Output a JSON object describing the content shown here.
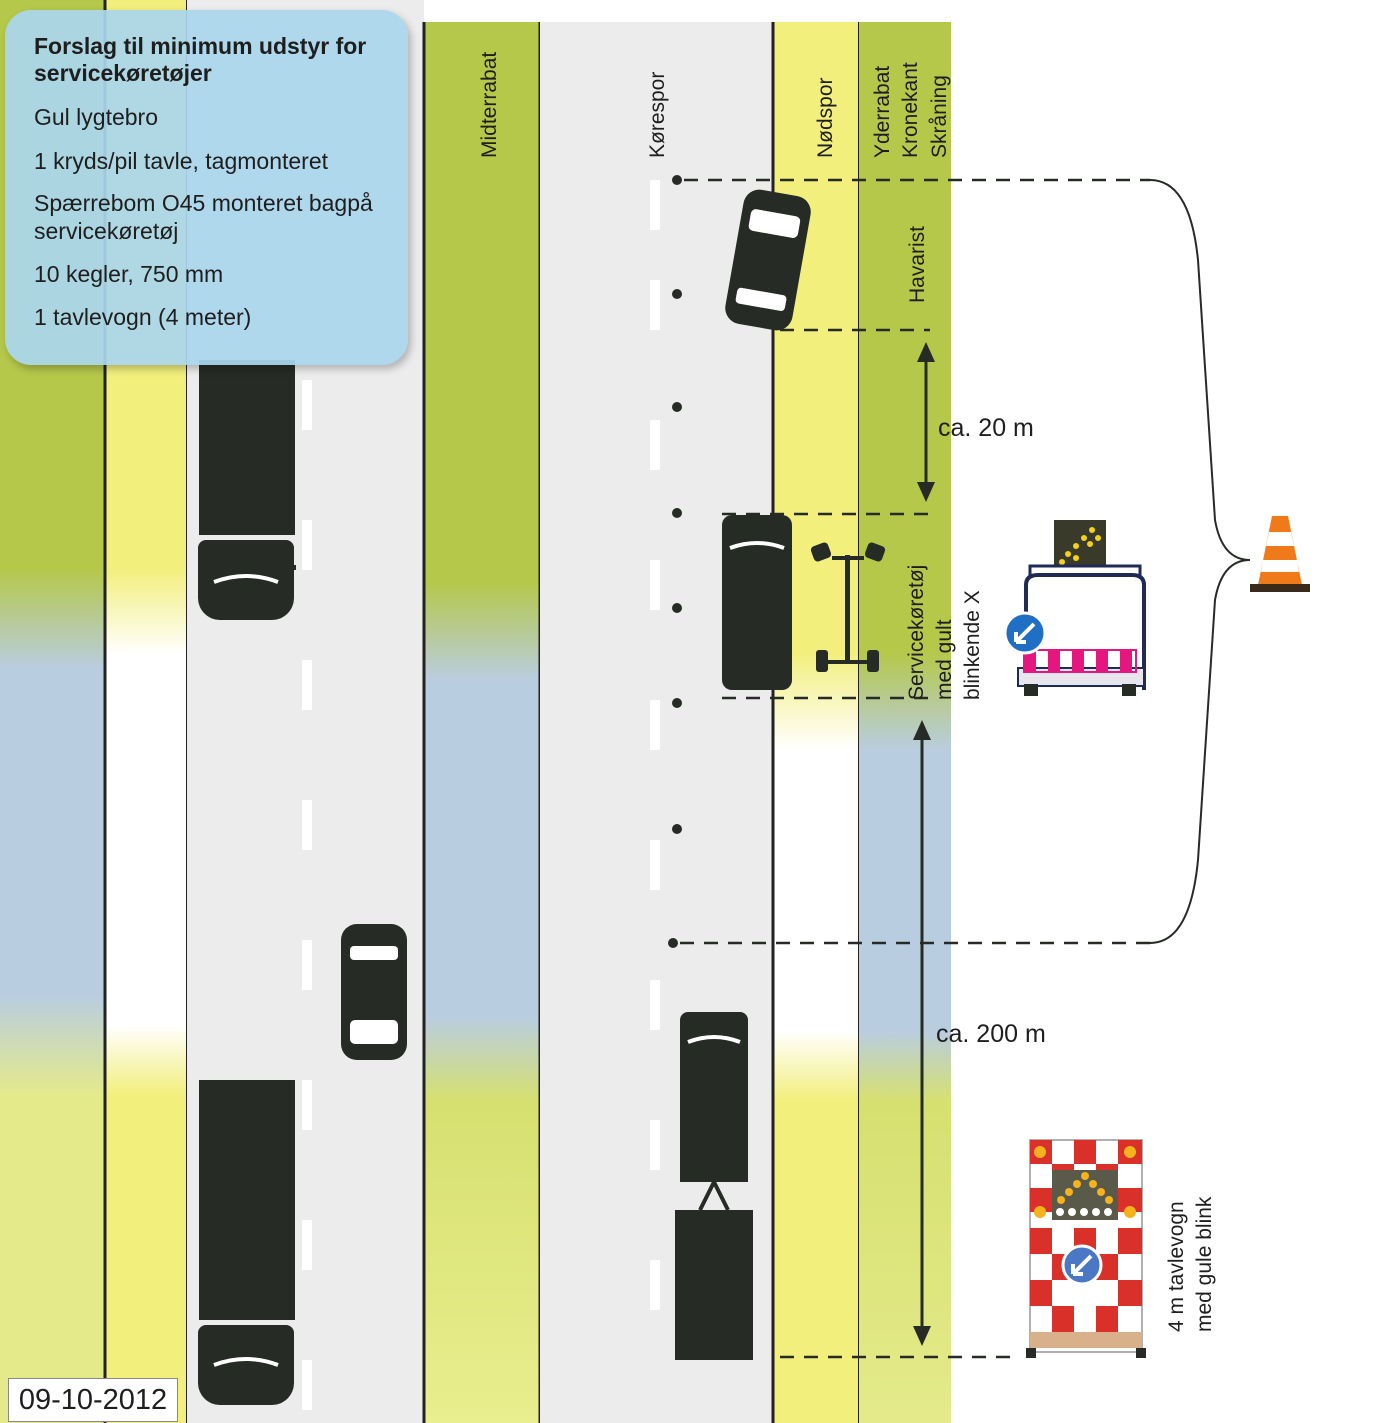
{
  "info_box": {
    "title": "Forslag til minimum udstyr for servicekøretøjer",
    "items": [
      "Gul lygtebro",
      "1 kryds/pil tavle, tagmonteret",
      "Spærrebom O45 monteret bagpå servicekøretøj",
      "10 kegler, 750 mm",
      "1 tavlevogn (4 meter)"
    ]
  },
  "lane_labels": {
    "midterrabat": "Midterrabat",
    "korespor": "Kørespor",
    "nodspor": "Nødspor",
    "yderrabat": "Yderrabat",
    "kronekant": "Kronekant",
    "skraaning": "Skråning"
  },
  "labels": {
    "havarist": "Havarist",
    "service_line1": "Servicekøretøj",
    "service_line2": "med gult",
    "service_line3": "blinkende X",
    "dist_20": "ca. 20 m",
    "dist_200": "ca. 200 m",
    "trailer_line1": "4 m tavlevogn",
    "trailer_line2": "med gule blink"
  },
  "date": "09-10-2012",
  "colors": {
    "green": "#b5c84a",
    "yellow": "#f2ef7c",
    "blue": "#b9cde0",
    "road": "#ececec",
    "vehicle": "#262b25",
    "sign_blue": "#1f6fc4",
    "sign_pink": "#e5177f",
    "cone_orange": "#f07a1a"
  }
}
